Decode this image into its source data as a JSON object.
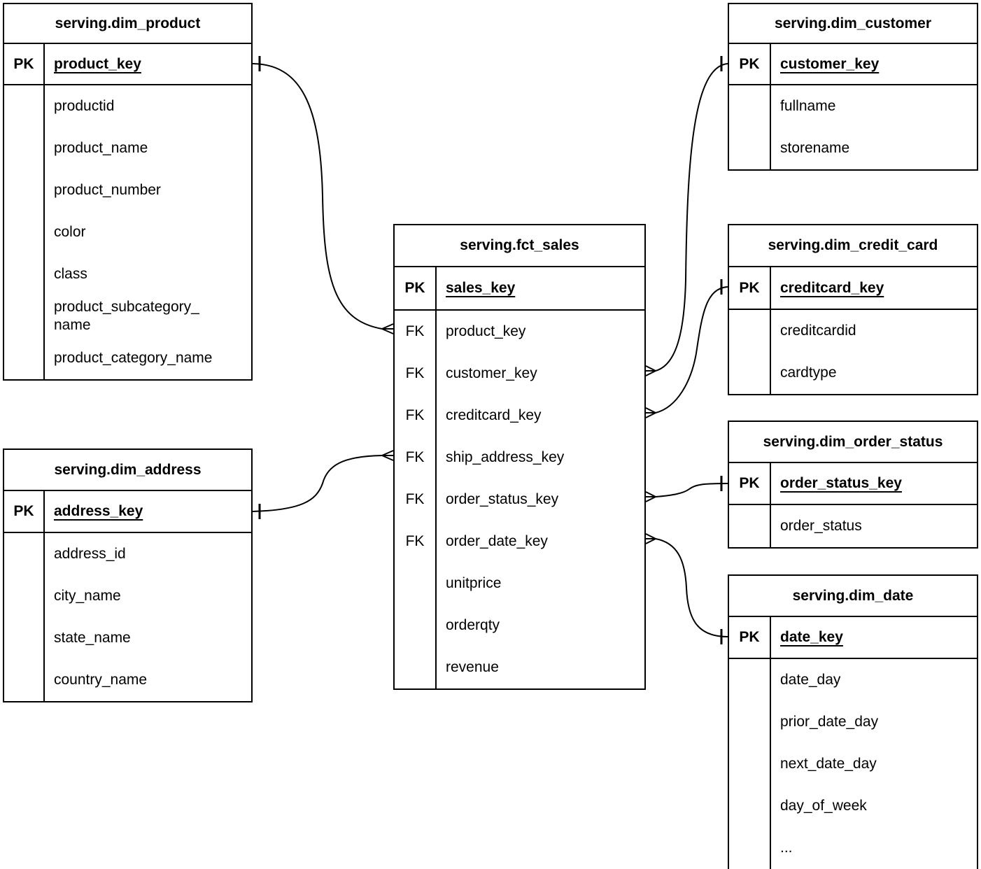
{
  "diagram": {
    "tables": [
      {
        "id": "dim_product",
        "title": "serving.dim_product",
        "key_row": {
          "label": "PK",
          "name": "product_key"
        },
        "fields": [
          {
            "key": "",
            "name": "productid"
          },
          {
            "key": "",
            "name": "product_name"
          },
          {
            "key": "",
            "name": "product_number"
          },
          {
            "key": "",
            "name": "color"
          },
          {
            "key": "",
            "name": "class"
          },
          {
            "key": "",
            "name": "product_subcategory_\nname"
          },
          {
            "key": "",
            "name": "product_category_name"
          }
        ]
      },
      {
        "id": "dim_customer",
        "title": "serving.dim_customer",
        "key_row": {
          "label": "PK",
          "name": "customer_key"
        },
        "fields": [
          {
            "key": "",
            "name": "fullname"
          },
          {
            "key": "",
            "name": "storename"
          }
        ]
      },
      {
        "id": "fct_sales",
        "title": "serving.fct_sales",
        "key_row": {
          "label": "PK",
          "name": "sales_key"
        },
        "fields": [
          {
            "key": "FK",
            "name": "product_key"
          },
          {
            "key": "FK",
            "name": "customer_key"
          },
          {
            "key": "FK",
            "name": "creditcard_key"
          },
          {
            "key": "FK",
            "name": "ship_address_key"
          },
          {
            "key": "FK",
            "name": "order_status_key"
          },
          {
            "key": "FK",
            "name": "order_date_key"
          },
          {
            "key": "",
            "name": "unitprice"
          },
          {
            "key": "",
            "name": "orderqty"
          },
          {
            "key": "",
            "name": "revenue"
          }
        ]
      },
      {
        "id": "dim_credit_card",
        "title": "serving.dim_credit_card",
        "key_row": {
          "label": "PK",
          "name": "creditcard_key"
        },
        "fields": [
          {
            "key": "",
            "name": "creditcardid"
          },
          {
            "key": "",
            "name": "cardtype"
          }
        ]
      },
      {
        "id": "dim_order_status",
        "title": "serving.dim_order_status",
        "key_row": {
          "label": "PK",
          "name": "order_status_key"
        },
        "fields": [
          {
            "key": "",
            "name": "order_status"
          }
        ]
      },
      {
        "id": "dim_date",
        "title": "serving.dim_date",
        "key_row": {
          "label": "PK",
          "name": "date_key"
        },
        "fields": [
          {
            "key": "",
            "name": "date_day"
          },
          {
            "key": "",
            "name": "prior_date_day"
          },
          {
            "key": "",
            "name": "next_date_day"
          },
          {
            "key": "",
            "name": "day_of_week"
          },
          {
            "key": "",
            "name": "..."
          }
        ]
      },
      {
        "id": "dim_address",
        "title": "serving.dim_address",
        "key_row": {
          "label": "PK",
          "name": "address_key"
        },
        "fields": [
          {
            "key": "",
            "name": "address_id"
          },
          {
            "key": "",
            "name": "city_name"
          },
          {
            "key": "",
            "name": "state_name"
          },
          {
            "key": "",
            "name": "country_name"
          }
        ]
      }
    ],
    "relationships": [
      {
        "many_end": "serving.fct_sales.product_key",
        "one_end": "serving.dim_product.product_key",
        "notation": "crow-foot-many-to-one"
      },
      {
        "many_end": "serving.fct_sales.customer_key",
        "one_end": "serving.dim_customer.customer_key",
        "notation": "crow-foot-many-to-one"
      },
      {
        "many_end": "serving.fct_sales.creditcard_key",
        "one_end": "serving.dim_credit_card.creditcard_key",
        "notation": "crow-foot-many-to-one"
      },
      {
        "many_end": "serving.fct_sales.ship_address_key",
        "one_end": "serving.dim_address.address_key",
        "notation": "crow-foot-many-to-one"
      },
      {
        "many_end": "serving.fct_sales.order_status_key",
        "one_end": "serving.dim_order_status.order_status_key",
        "notation": "crow-foot-many-to-one"
      },
      {
        "many_end": "serving.fct_sales.order_date_key",
        "one_end": "serving.dim_date.date_key",
        "notation": "crow-foot-many-to-one"
      }
    ],
    "colors": {
      "line": "#000000",
      "background": "#ffffff",
      "text": "#000000"
    }
  }
}
